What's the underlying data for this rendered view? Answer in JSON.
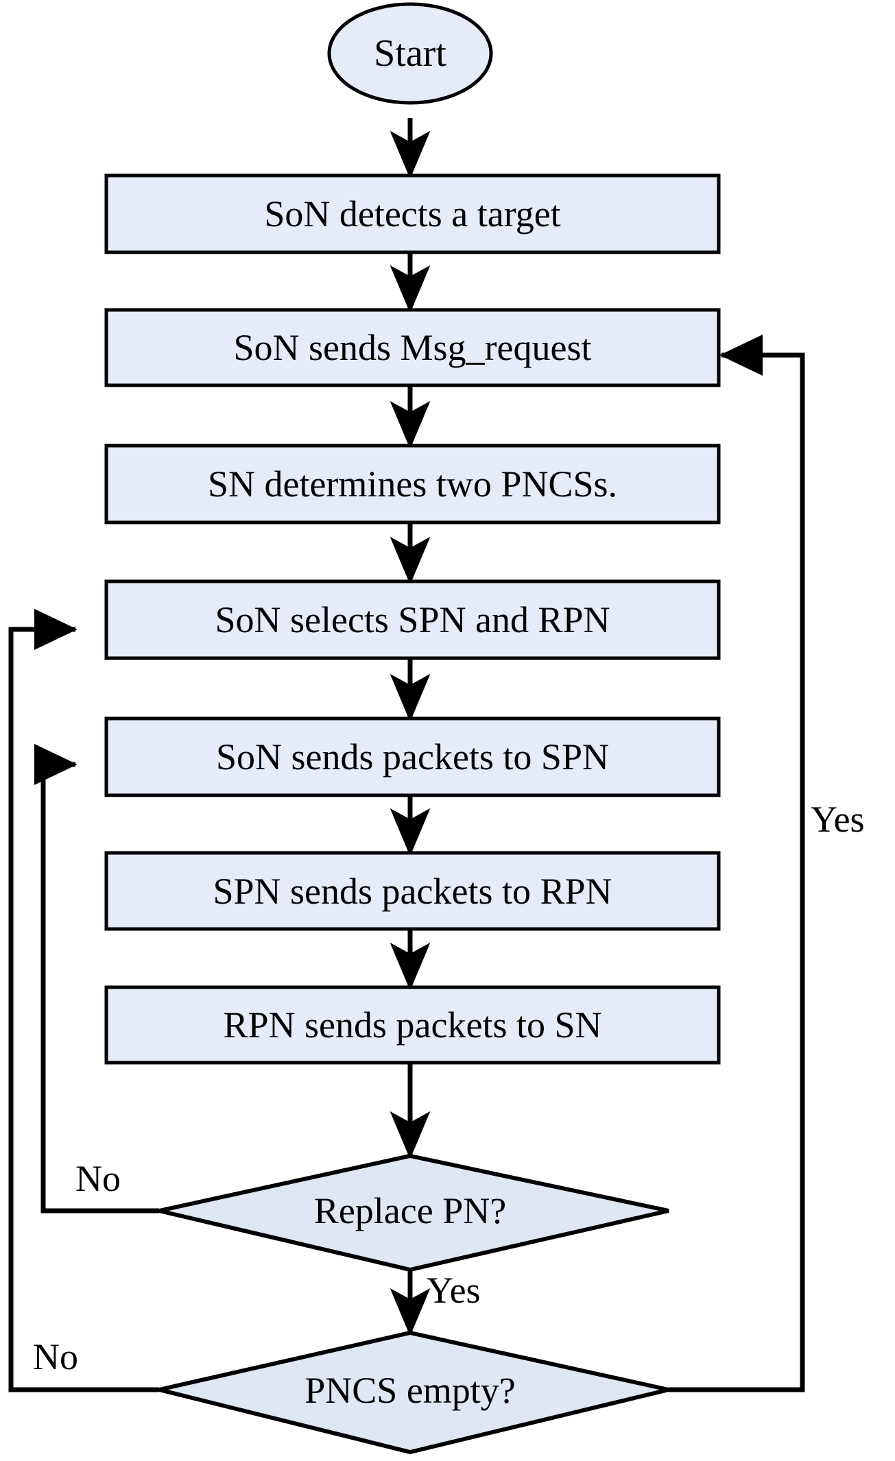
{
  "diagram": {
    "type": "flowchart",
    "title": "",
    "colors": {
      "node_fill": "#e6ecf7",
      "node_stroke": "#000000",
      "edge_stroke": "#000000",
      "text": "#000000",
      "background": "#ffffff"
    },
    "nodes": [
      {
        "id": "start",
        "shape": "ellipse",
        "label": "Start"
      },
      {
        "id": "detect",
        "shape": "rectangle",
        "label": "SoN detects a target"
      },
      {
        "id": "request",
        "shape": "rectangle",
        "label": "SoN sends Msg_request"
      },
      {
        "id": "pncss",
        "shape": "rectangle",
        "label": "SN  determines two PNCSs."
      },
      {
        "id": "select",
        "shape": "rectangle",
        "label": "SoN selects SPN and RPN"
      },
      {
        "id": "son_spn",
        "shape": "rectangle",
        "label": "SoN sends packets to SPN"
      },
      {
        "id": "spn_rpn",
        "shape": "rectangle",
        "label": "SPN sends packets to RPN"
      },
      {
        "id": "rpn_sn",
        "shape": "rectangle",
        "label": "RPN sends  packets to SN"
      },
      {
        "id": "replace",
        "shape": "diamond",
        "label": "Replace PN?"
      },
      {
        "id": "empty",
        "shape": "diamond",
        "label": "PNCS empty?"
      }
    ],
    "edges": [
      {
        "from": "start",
        "to": "detect",
        "label": ""
      },
      {
        "from": "detect",
        "to": "request",
        "label": ""
      },
      {
        "from": "request",
        "to": "pncss",
        "label": ""
      },
      {
        "from": "pncss",
        "to": "select",
        "label": ""
      },
      {
        "from": "select",
        "to": "son_spn",
        "label": ""
      },
      {
        "from": "son_spn",
        "to": "spn_rpn",
        "label": ""
      },
      {
        "from": "spn_rpn",
        "to": "rpn_sn",
        "label": ""
      },
      {
        "from": "rpn_sn",
        "to": "replace",
        "label": ""
      },
      {
        "from": "replace",
        "to": "son_spn",
        "label": "No"
      },
      {
        "from": "replace",
        "to": "empty",
        "label": "Yes"
      },
      {
        "from": "empty",
        "to": "select",
        "label": "No"
      },
      {
        "from": "empty",
        "to": "request",
        "label": "Yes"
      }
    ],
    "edge_labels": {
      "replace_no": "No",
      "replace_yes": "Yes",
      "empty_no": "No",
      "empty_yes": "Yes"
    }
  }
}
